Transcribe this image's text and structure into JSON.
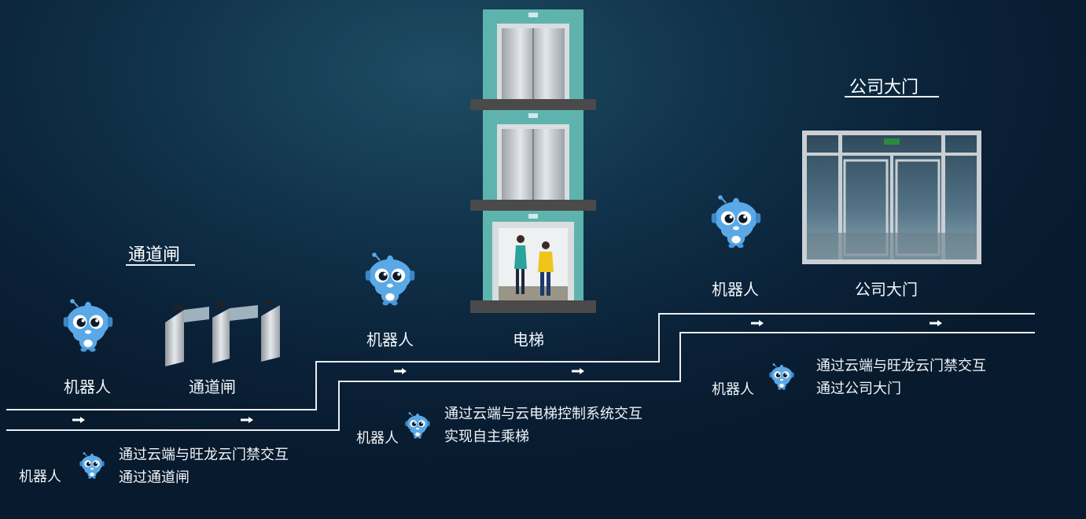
{
  "stage_gate": {
    "title": "通道闸",
    "robot_label": "机器人",
    "device_label": "通道闸",
    "desc_robot_label": "机器人",
    "desc_line1": "通过云端与旺龙云门禁交互",
    "desc_line2": "通过通道闸"
  },
  "stage_elevator": {
    "robot_label": "机器人",
    "device_label": "电梯",
    "desc_robot_label": "机器人",
    "desc_line1": "通过云端与云电梯控制系统交互",
    "desc_line2": "实现自主乘梯"
  },
  "stage_door": {
    "title": "公司大门",
    "robot_label": "机器人",
    "device_label": "公司大门",
    "desc_robot_label": "机器人",
    "desc_line1": "通过云端与旺龙云门禁交互",
    "desc_line2": "通过公司大门"
  },
  "colors": {
    "robot_body": "#5aa9e6",
    "elevator_frame": "#5fb3ad",
    "line": "#e9eef3"
  }
}
